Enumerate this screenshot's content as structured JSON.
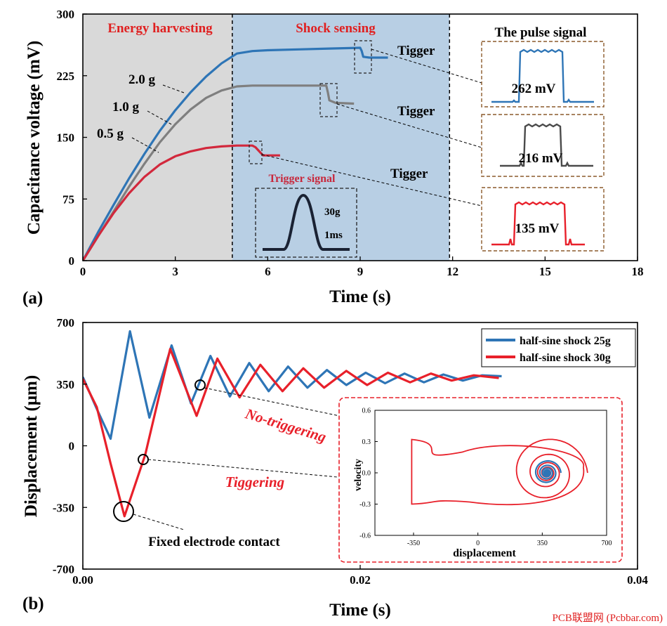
{
  "chart_data": [
    {
      "type": "line",
      "panel_label": "(a)",
      "xlabel": "Time (s)",
      "ylabel": "Capacitance voltage (mV)",
      "xlim": [
        0,
        18
      ],
      "ylim": [
        0,
        300
      ],
      "xticks": [
        0,
        3,
        6,
        9,
        12,
        15,
        18
      ],
      "yticks": [
        0,
        75,
        150,
        225,
        300
      ],
      "regions": [
        {
          "label": "Energy harvesting",
          "x0": 0,
          "x1": 4.85,
          "color": "#d9d9d9"
        },
        {
          "label": "Shock sensing",
          "x0": 4.85,
          "x1": 11.9,
          "color": "#b8cfe4"
        },
        {
          "label": "The pulse signal",
          "x0": 11.9,
          "x1": 18,
          "color": "#ffffff"
        }
      ],
      "series": [
        {
          "name": "2.0 g",
          "color": "#2e75b6",
          "trigger_label": "Tigger",
          "pulse_label": "262 mV",
          "x": [
            0,
            0.5,
            1,
            1.5,
            2,
            2.5,
            3,
            3.5,
            4,
            4.5,
            5,
            5.5,
            6,
            7,
            8,
            9,
            9.05,
            9.1,
            9.3,
            9.9
          ],
          "y": [
            0,
            35,
            68,
            100,
            130,
            158,
            183,
            205,
            224,
            240,
            252,
            255,
            256,
            257,
            258,
            259,
            255,
            248,
            247,
            247
          ]
        },
        {
          "name": "1.0 g",
          "color": "#7f7f7f",
          "trigger_label": "Tigger",
          "pulse_label": "216 mV",
          "x": [
            0,
            0.5,
            1,
            1.5,
            2,
            2.5,
            3,
            3.5,
            4,
            4.5,
            5,
            5.5,
            6,
            7,
            7.9,
            7.95,
            8.0,
            8.2,
            8.8
          ],
          "y": [
            0,
            30,
            60,
            90,
            118,
            144,
            166,
            184,
            198,
            207,
            212,
            213,
            213,
            213,
            213,
            205,
            195,
            192,
            191
          ]
        },
        {
          "name": "0.5 g",
          "color": "#d2283c",
          "trigger_label": "Tigger",
          "pulse_label": "135 mV",
          "x": [
            0,
            0.5,
            1,
            1.5,
            2,
            2.5,
            3,
            3.5,
            4,
            4.5,
            5,
            5.5,
            5.6,
            5.75,
            5.85,
            6.4
          ],
          "y": [
            0,
            30,
            58,
            82,
            102,
            117,
            127,
            133,
            137,
            139,
            140,
            140,
            138,
            132,
            128,
            128
          ]
        }
      ],
      "trigger_box": {
        "title": "Trigger signal",
        "lines": [
          "30g",
          "1ms"
        ]
      }
    },
    {
      "type": "line",
      "panel_label": "(b)",
      "xlabel": "Time (s)",
      "ylabel": "Displacement (μm)",
      "xlim": [
        0,
        0.04
      ],
      "ylim": [
        -700,
        700
      ],
      "xticks": [
        0.0,
        0.02,
        0.04
      ],
      "xtick_labels": [
        "0.00",
        "0.02",
        "0.04"
      ],
      "yticks": [
        -700,
        -350,
        0,
        350,
        700
      ],
      "legend": "top-right",
      "annotations": [
        "No-triggering",
        "Tiggering",
        "Fixed electrode contact"
      ],
      "series": [
        {
          "name": "half-sine shock 25g",
          "color": "#2e75b6",
          "x": [
            0,
            0.001,
            0.002,
            0.0034,
            0.0048,
            0.0064,
            0.0078,
            0.0092,
            0.0106,
            0.012,
            0.0134,
            0.0148,
            0.0162,
            0.0176,
            0.019,
            0.0204,
            0.0218,
            0.0232,
            0.0246,
            0.026,
            0.0274,
            0.0288,
            0.0302
          ],
          "y": [
            390,
            210,
            40,
            650,
            160,
            570,
            240,
            510,
            280,
            470,
            310,
            450,
            330,
            430,
            345,
            415,
            355,
            410,
            360,
            405,
            370,
            400,
            395
          ]
        },
        {
          "name": "half-sine shock 30g",
          "color": "#e8202a",
          "x": [
            0,
            0.001,
            0.002,
            0.003,
            0.0045,
            0.0063,
            0.0082,
            0.0097,
            0.0113,
            0.0128,
            0.0144,
            0.0159,
            0.0174,
            0.019,
            0.0205,
            0.022,
            0.0236,
            0.0251,
            0.0266,
            0.0282,
            0.03
          ],
          "y": [
            380,
            220,
            -100,
            -400,
            -50,
            550,
            170,
            495,
            275,
            460,
            310,
            440,
            330,
            425,
            345,
            415,
            360,
            410,
            370,
            400,
            385
          ]
        }
      ],
      "inset": {
        "xlabel": "displacement",
        "ylabel": "velocity",
        "xlim": [
          -560,
          700
        ],
        "ylim": [
          -0.6,
          0.6
        ],
        "xticks": [
          -350,
          0,
          350,
          700
        ],
        "yticks": [
          -0.6,
          -0.3,
          0.0,
          0.3,
          0.6
        ],
        "ytick_labels": [
          "-0.6",
          "-0.3",
          "0.0",
          "0.3",
          "0.6"
        ]
      }
    }
  ],
  "watermark": "PCB联盟网 (Pcbbar.com)"
}
